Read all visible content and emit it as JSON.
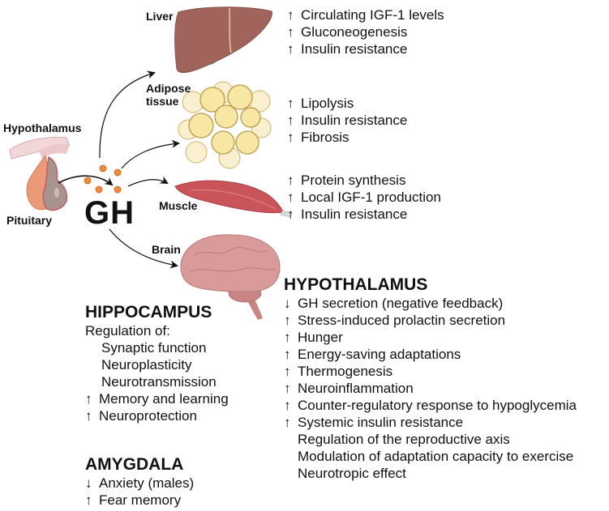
{
  "diagram": {
    "center_label": "GH",
    "source_labels": {
      "hypothalamus": "Hypothalamus",
      "pituitary": "Pituitary"
    },
    "organs": [
      {
        "label_lines": [
          "Liver"
        ],
        "effects": [
          {
            "dir": "↑",
            "text": "Circulating IGF-1 levels"
          },
          {
            "dir": "↑",
            "text": "Gluconeogenesis"
          },
          {
            "dir": "↑",
            "text": "Insulin resistance"
          }
        ]
      },
      {
        "label_lines": [
          "Adipose",
          "tissue"
        ],
        "effects": [
          {
            "dir": "↑",
            "text": "Lipolysis"
          },
          {
            "dir": "↑",
            "text": "Insulin resistance"
          },
          {
            "dir": "↑",
            "text": "Fibrosis"
          }
        ]
      },
      {
        "label_lines": [
          "Muscle"
        ],
        "effects": [
          {
            "dir": "↑",
            "text": "Protein synthesis"
          },
          {
            "dir": "↑",
            "text": "Local IGF-1 production"
          },
          {
            "dir": "↑",
            "text": "Insulin resistance"
          }
        ]
      },
      {
        "label_lines": [
          "Brain"
        ]
      }
    ],
    "brain_regions": {
      "hippocampus": {
        "title": "HIPPOCAMPUS",
        "intro": "Regulation of:",
        "sub_items": [
          "Synaptic function",
          "Neuroplasticity",
          "Neurotransmission"
        ],
        "effects": [
          {
            "dir": "↑",
            "text": "Memory and learning"
          },
          {
            "dir": "↑",
            "text": "Neuroprotection"
          }
        ]
      },
      "amygdala": {
        "title": "AMYGDALA",
        "effects": [
          {
            "dir": "↓",
            "text": "Anxiety (males)"
          },
          {
            "dir": "↑",
            "text": "Fear memory"
          }
        ]
      },
      "hypothalamus": {
        "title": "HYPOTHALAMUS",
        "effects": [
          {
            "dir": "↓",
            "text": "GH secretion (negative feedback)"
          },
          {
            "dir": "↑",
            "text": "Stress-induced prolactin secretion"
          },
          {
            "dir": "↑",
            "text": "Hunger"
          },
          {
            "dir": "↑",
            "text": "Energy-saving adaptations"
          },
          {
            "dir": "↑",
            "text": "Thermogenesis"
          },
          {
            "dir": "↑",
            "text": "Neuroinflammation"
          },
          {
            "dir": "↑",
            "text": "Counter-regulatory response to hypoglycemia"
          },
          {
            "dir": "↑",
            "text": "Systemic insulin resistance"
          },
          {
            "dir": "",
            "text": "Regulation of the reproductive axis"
          },
          {
            "dir": "",
            "text": "Modulation of adaptation capacity to exercise"
          },
          {
            "dir": "",
            "text": "Neurotropic effect"
          }
        ]
      }
    },
    "colors": {
      "liver": "#a0645c",
      "gallbladder": "#6bab76",
      "adipocyte": "#f7e6a4",
      "adipocyte_back": "#faf0cf",
      "muscle": "#c9555a",
      "brain": "#d99a9a",
      "hormone_dot": "#f08a3c",
      "pituitary": "#e9906a"
    }
  }
}
